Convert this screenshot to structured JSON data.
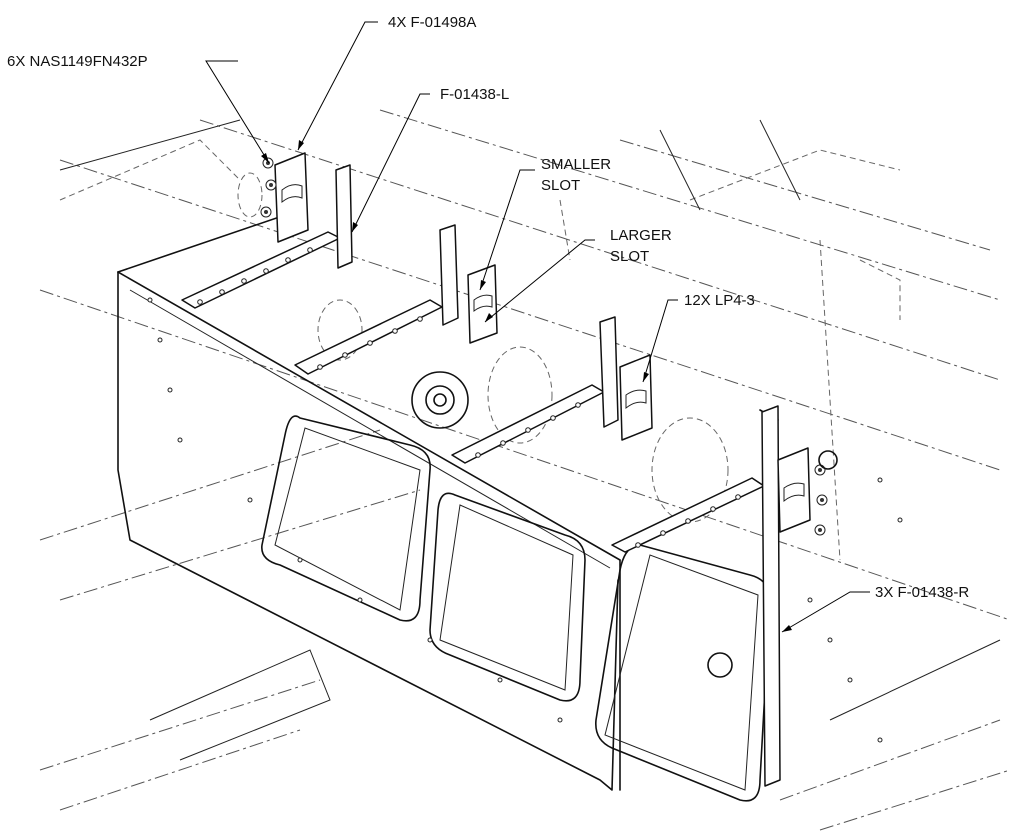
{
  "callouts": {
    "brackets": "4X F-01498A",
    "screws": "6X NAS1149FN432P",
    "left_rib": "F-01438-L",
    "smaller_slot": [
      "SMALLER",
      "SLOT"
    ],
    "larger_slot": [
      "LARGER",
      "SLOT"
    ],
    "rivets": "12X LP4-3",
    "right_ribs": "3X F-01438-R"
  }
}
